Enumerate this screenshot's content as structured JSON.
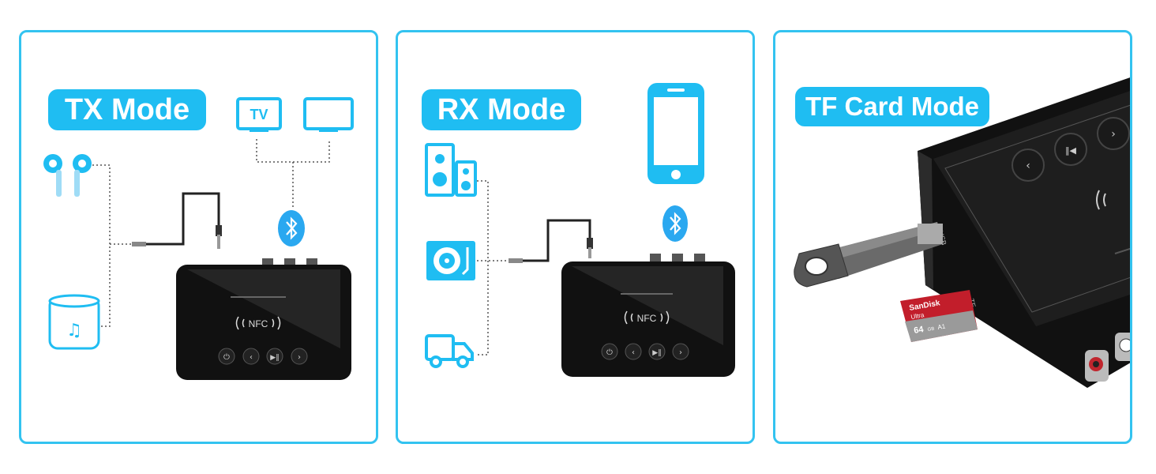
{
  "panels": {
    "tx": {
      "title": "TX Mode"
    },
    "rx": {
      "title": "RX Mode"
    },
    "tf": {
      "title": "TF Card Mode"
    }
  },
  "device": {
    "nfc_label": "NFC",
    "tv_label": "TV"
  },
  "tf_device": {
    "usb_label": "USB",
    "tf_label": "TF",
    "card_brand": "SanDisk",
    "card_line": "Ultra",
    "card_capacity": "64",
    "card_unit": "GB",
    "card_class": "A1"
  },
  "colors": {
    "accent": "#1fbdf2",
    "border": "#33c3f0",
    "device": "#111111"
  }
}
